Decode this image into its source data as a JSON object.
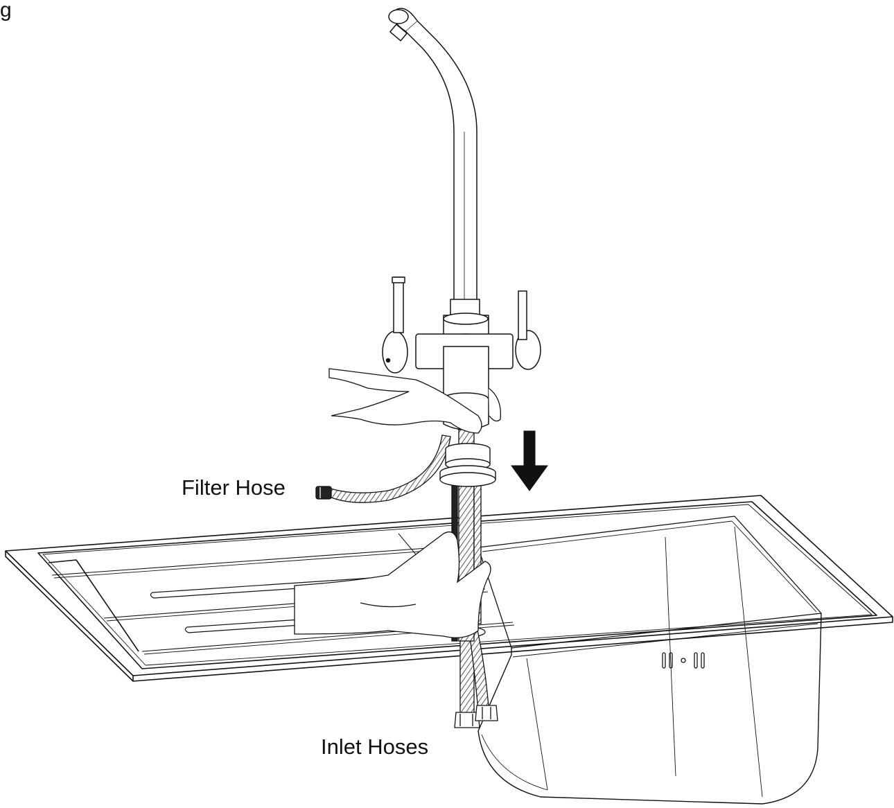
{
  "figure": {
    "tag": "g"
  },
  "labels": {
    "filter_hose": "Filter Hose",
    "inlet_hoses": "Inlet Hoses"
  },
  "icons": {
    "direction_arrow": "arrow-down-icon"
  },
  "colors": {
    "line": "#111111",
    "background": "#ffffff",
    "hose_shade": "#777777"
  }
}
